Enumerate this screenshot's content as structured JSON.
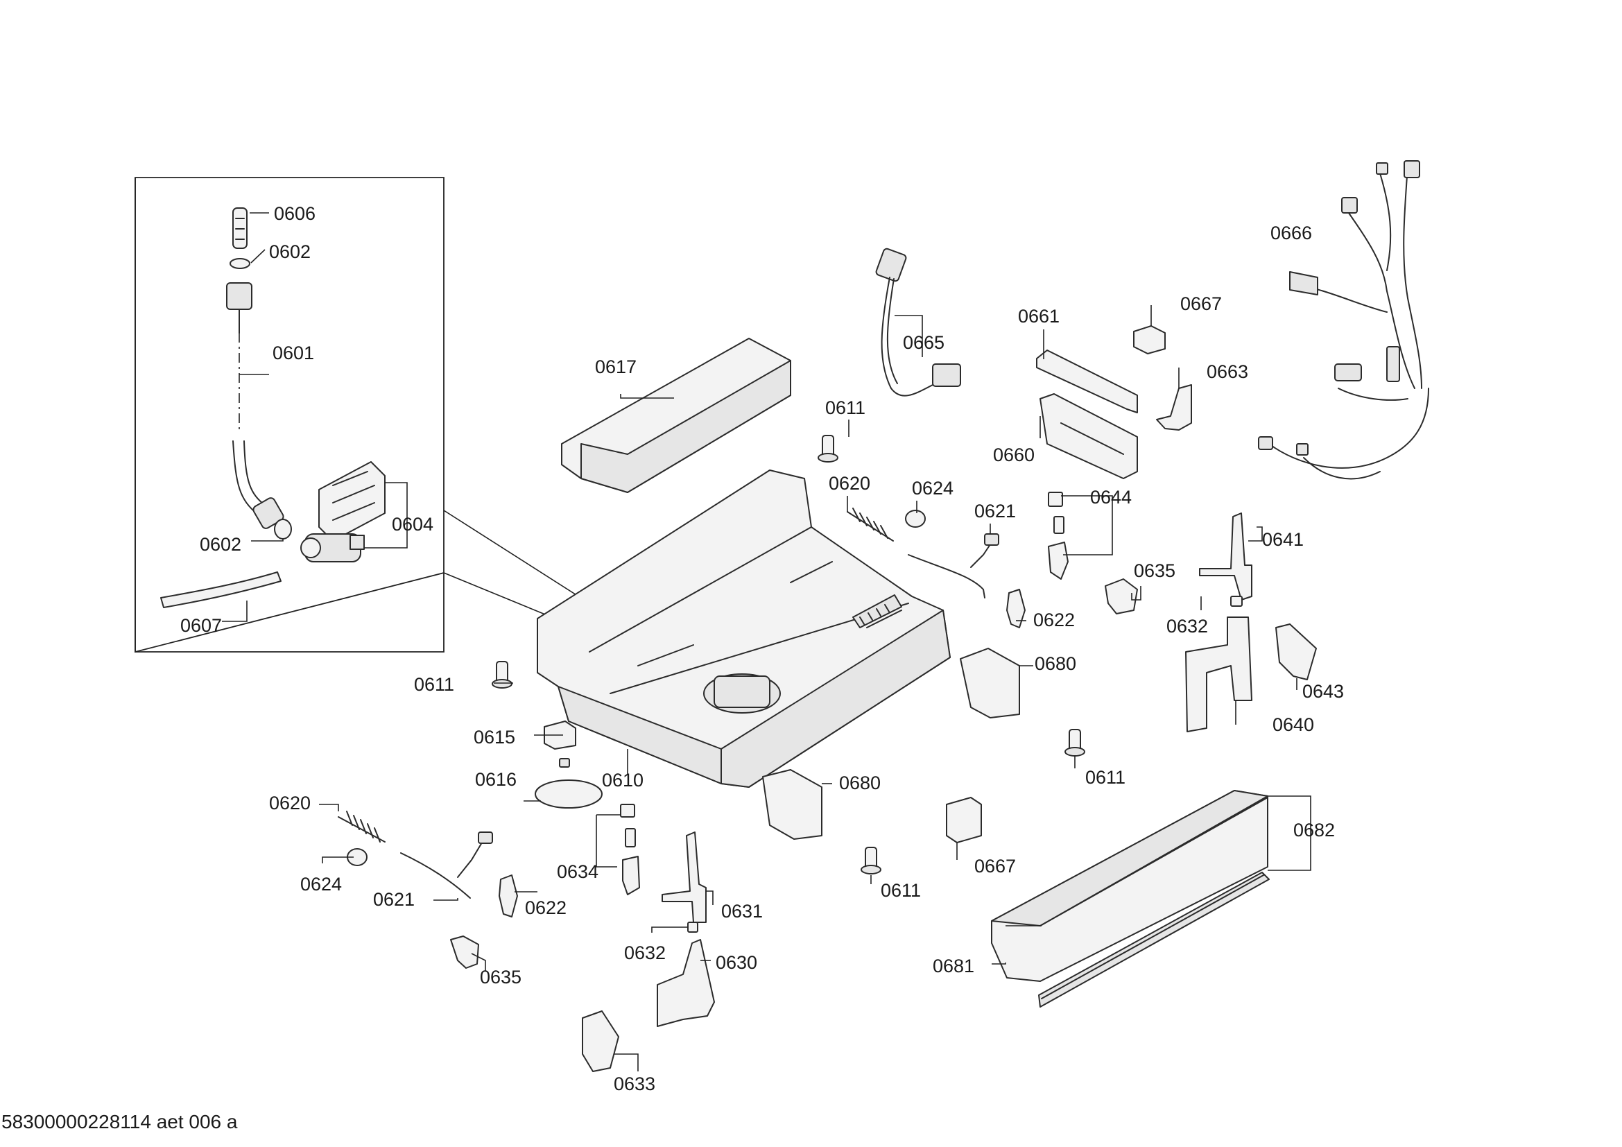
{
  "labels": {
    "l0606": "0606",
    "l0602a": "0602",
    "l0601": "0601",
    "l0602b": "0602",
    "l0604": "0604",
    "l0607": "0607",
    "l0617": "0617",
    "l0665": "0665",
    "l0661": "0661",
    "l0667a": "0667",
    "l0663": "0663",
    "l0666": "0666",
    "l0611a": "0611",
    "l0660": "0660",
    "l0620a": "0620",
    "l0624a": "0624",
    "l0621a": "0621",
    "l0644": "0644",
    "l0641": "0641",
    "l0635a": "0635",
    "l0622a": "0622",
    "l0632a": "0632",
    "l0611b": "0611",
    "l0680a": "0680",
    "l0643": "0643",
    "l0640": "0640",
    "l0615": "0615",
    "l0610": "0610",
    "l0611c": "0611",
    "l0616": "0616",
    "l0620b": "0620",
    "l0680b": "0680",
    "l0682": "0682",
    "l0634": "0634",
    "l0624b": "0624",
    "l0621b": "0621",
    "l0622b": "0622",
    "l0631": "0631",
    "l0667b": "0667",
    "l0611d": "0611",
    "l0632b": "0632",
    "l0630": "0630",
    "l0681": "0681",
    "l0635b": "0635",
    "l0633": "0633"
  },
  "footer_id": "58300000228114 aet 006 a"
}
